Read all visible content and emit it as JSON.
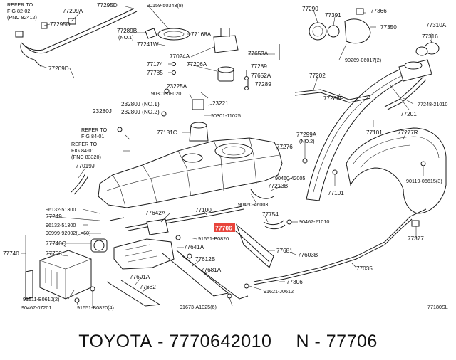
{
  "footer": {
    "brand": "TOYOTA",
    "sep": "-",
    "part_number": "7770642010",
    "n_prefix": "N",
    "n_sep": "-",
    "n_value": "77706"
  },
  "highlight": "77706",
  "diagram_code": "77180SL",
  "refs": {
    "ref1": [
      "REFER TO",
      "FIG 82-02",
      "(PNC 82412)"
    ],
    "ref2": [
      "REFER TO",
      "FIG 84-01"
    ],
    "ref3": [
      "REFER TO",
      "FIG 84-01",
      "(PNC 83320)"
    ]
  },
  "labels": {
    "l77299A": "77299A",
    "l77295D_top": "77295D",
    "l77295D_left": "77295D",
    "l90159": "90159-50343(8)",
    "l77289B": "77289B",
    "l77289B_no1": "(NO.1)",
    "l77168A": "77168A",
    "l77241W": "77241W",
    "l77024A": "77024A",
    "l77209D": "77209D",
    "l77174": "77174",
    "l77785": "77785",
    "l77206A": "77206A",
    "l77653A": "77653A",
    "l77289": "77289",
    "l77652A": "77652A",
    "l77289b": "77289",
    "l23225A": "23225A",
    "l90301_08020": "90301-08020",
    "l23280J_no1": "23280J (NO.1)",
    "l23280J": "23280J",
    "l23280J_no2": "23280J (NO.2)",
    "l23221": "23221",
    "l90301_11025": "90301-11025",
    "l77131C": "77131C",
    "l77019J": "77019J",
    "l77290": "77290",
    "l77391": "77391",
    "l77366": "77366",
    "l77350": "77350",
    "l77310A": "77310A",
    "l77316": "77316",
    "l90269": "90269-06017(2)",
    "l77202": "77202",
    "l77286F": "77286F",
    "l77248": "77248-21010",
    "l77201": "77201",
    "l77101": "77101",
    "l77277R": "77277R",
    "l77299A_2": "77299A",
    "l77299A_no2": "(NO.2)",
    "l77276": "77276",
    "l90460_42005": "90460-42005",
    "l77213B": "77213B",
    "l77101b": "77101",
    "l90119": "90119-06615(3)",
    "l90460_46003": "90460-46003",
    "l96132a": "96132-51300",
    "l77249": "77249",
    "l96132b": "96132-51300",
    "l90999": "90999-92002(L=60)",
    "l77740Q": "77740Q",
    "l77753": "77753",
    "l77740": "77740",
    "l91511": "91511-B0610(2)",
    "l90467_07201": "90467-07201",
    "l91651_b": "91651-B0820(4)",
    "l77642A": "77642A",
    "l77100": "77100",
    "l91651": "91651-B0820",
    "l77641A": "77641A",
    "l77612B": "77612B",
    "l77681A": "77681A",
    "l77601A": "77601A",
    "l77682": "77682",
    "l91673": "91673-A1025(6)",
    "l77754": "77754",
    "l90467_21010": "90467-21010",
    "l77681": "77681",
    "l77603B": "77603B",
    "l77306": "77306",
    "l91621": "91621-J0612",
    "l77035": "77035",
    "l77377": "77377"
  }
}
